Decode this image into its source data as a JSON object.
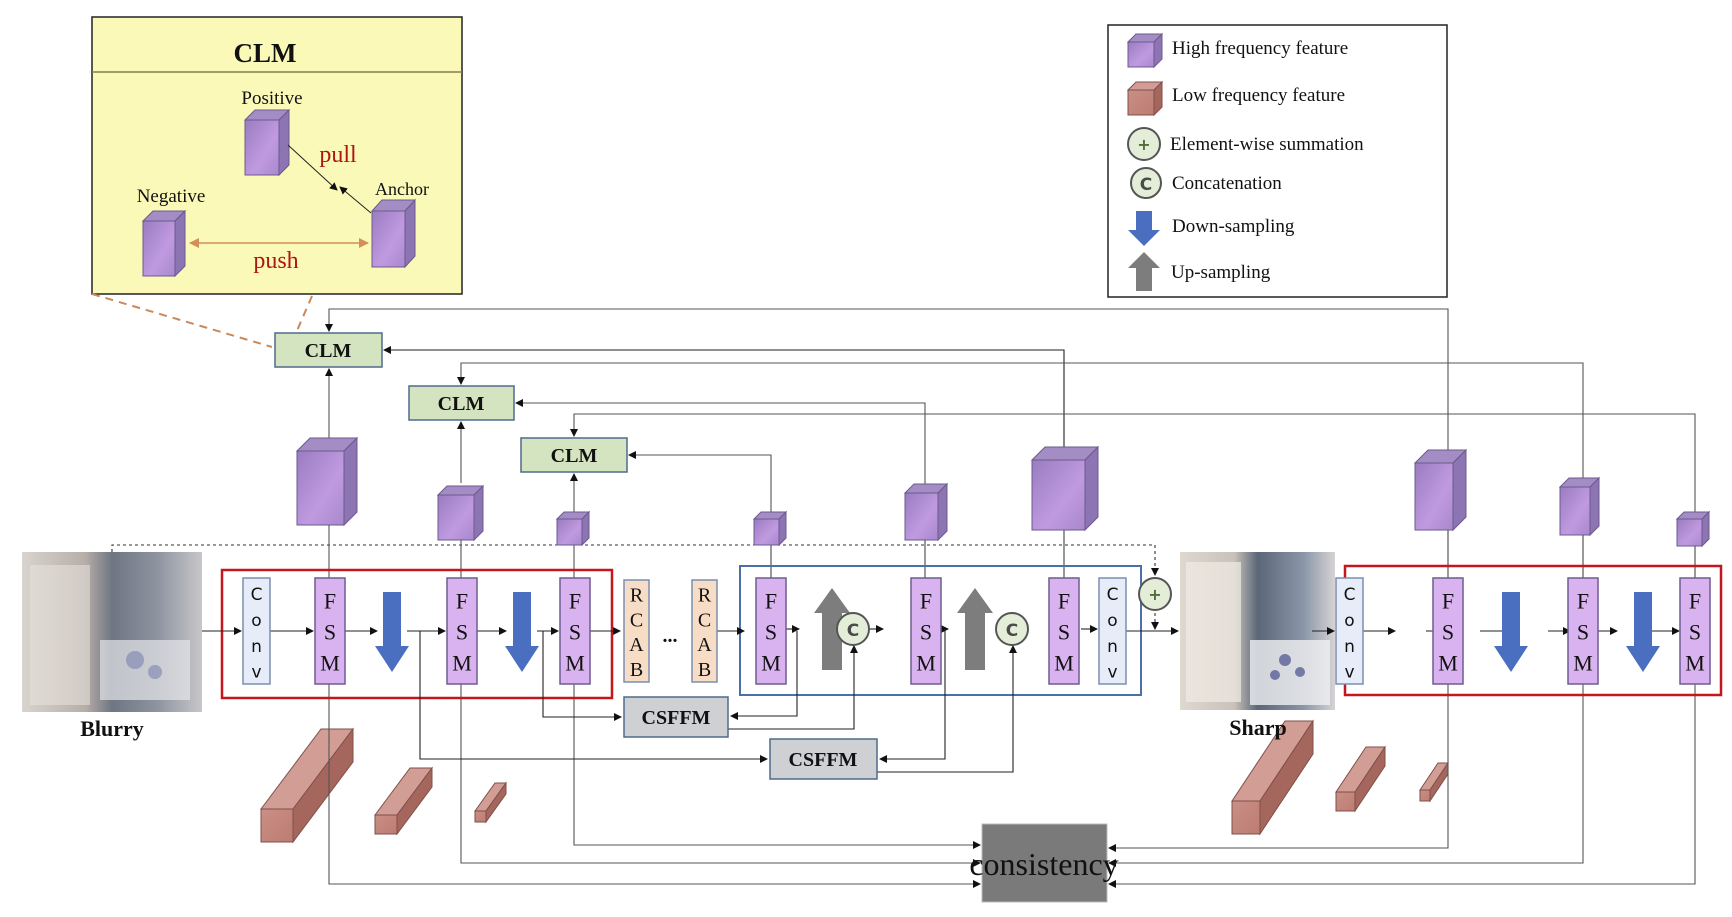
{
  "inset": {
    "title": "CLM",
    "positive_label": "Positive",
    "negative_label": "Negative",
    "anchor_label": "Anchor",
    "pull_label": "pull",
    "push_label": "push",
    "background_color": "#fbf9b7",
    "action_text_color": "#b01515"
  },
  "legend": {
    "items": [
      {
        "icon": "high-frequency-cube-icon",
        "label": "High frequency feature"
      },
      {
        "icon": "low-frequency-cube-icon",
        "label": "Low frequency feature"
      },
      {
        "icon": "plus-circle-icon",
        "label": "Element-wise summation"
      },
      {
        "icon": "c-circle-icon",
        "label": "Concatenation"
      },
      {
        "icon": "down-arrow-icon",
        "label": "Down-sampling"
      },
      {
        "icon": "up-arrow-icon",
        "label": "Up-sampling"
      }
    ]
  },
  "modules": {
    "clm_label": "CLM",
    "csffm_label": "CSFFM",
    "fsm_letters": [
      "F",
      "S",
      "M"
    ],
    "conv_letters": [
      "C",
      "o",
      "n",
      "v"
    ],
    "rcab_letters": [
      "R",
      "C",
      "A",
      "B"
    ],
    "ellipsis": "...",
    "plus_symbol": "+",
    "concat_symbol": "C",
    "consistency_label": "consistency"
  },
  "images": {
    "input_label": "Blurry",
    "output_label": "Sharp"
  },
  "colors": {
    "high_freq": "#b996d6",
    "low_freq": "#c4877e",
    "fsm_fill": "#d9b3ef",
    "conv_fill": "#e6ecf8",
    "rcab_fill": "#f8ddc6",
    "clm_fill": "#d5e4c0",
    "csffm_fill": "#cfd0d4",
    "consistency_fill": "#7a7a7a",
    "down_arrow": "#4a6fc1",
    "up_arrow": "#7d7d7d",
    "encoder_border": "#c4161c",
    "decoder_border": "#4b6fa8",
    "circle_fill": "#e3edd8"
  }
}
